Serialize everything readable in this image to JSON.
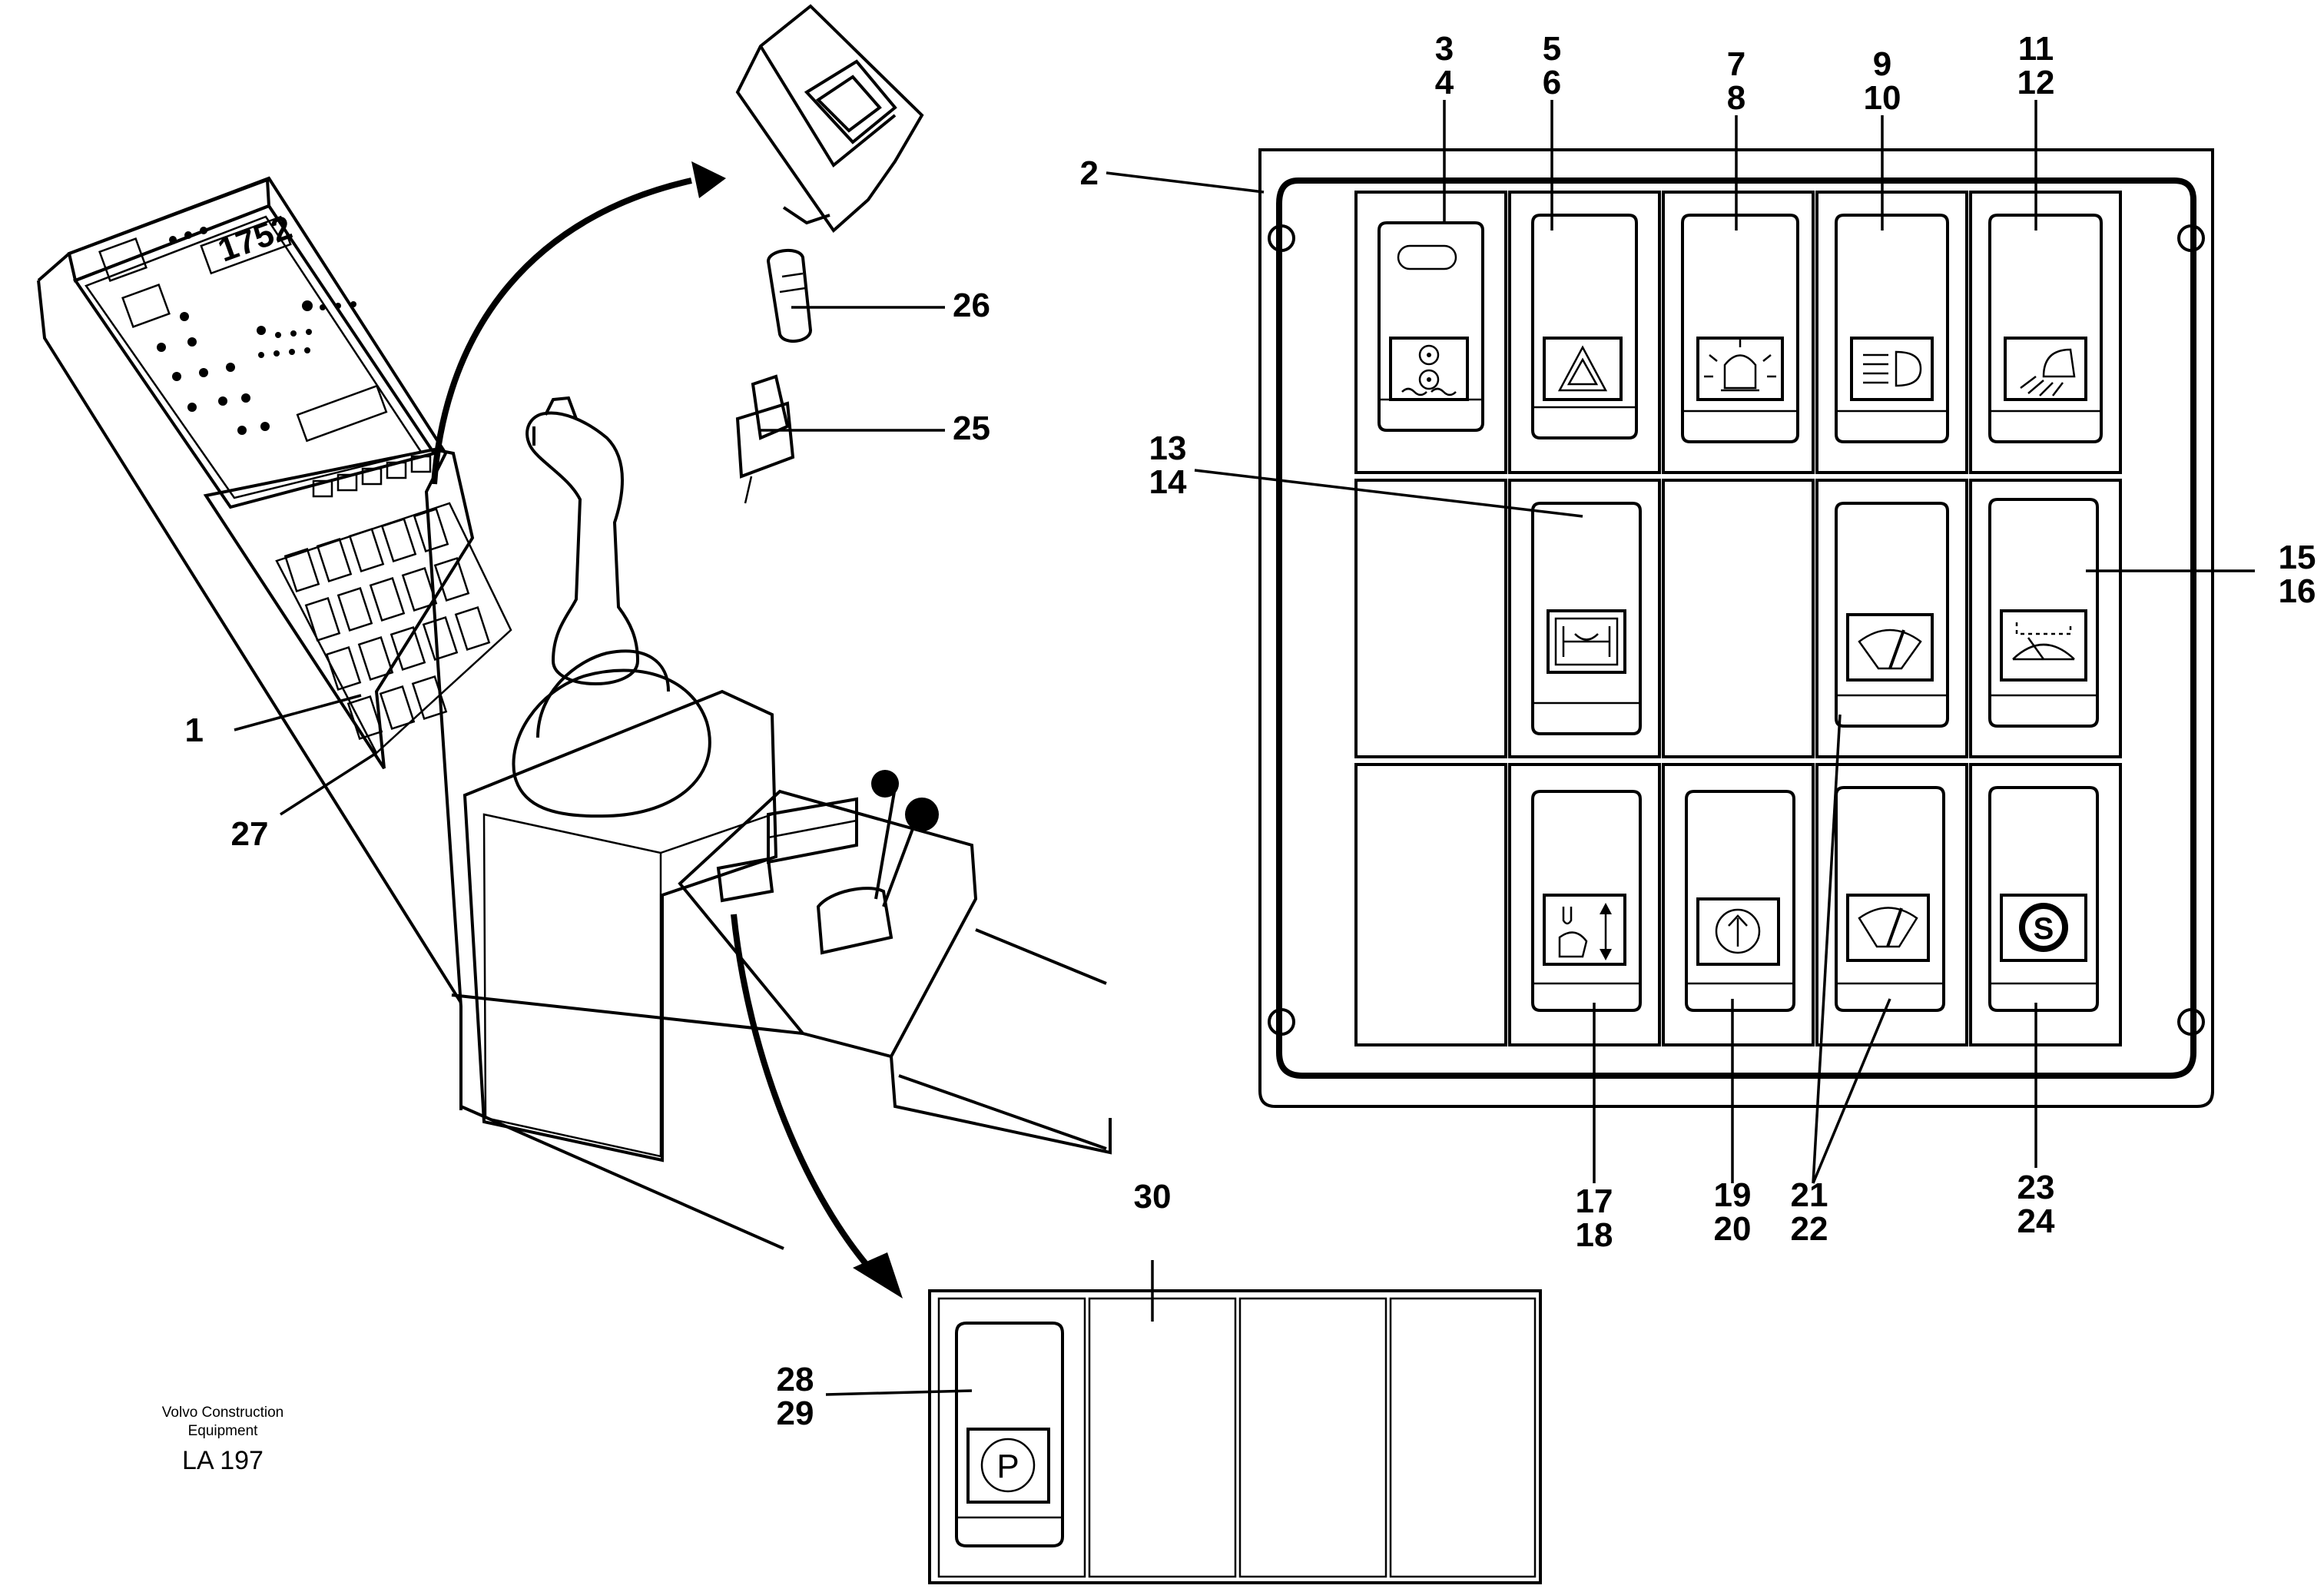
{
  "credit": {
    "company_line1": "Volvo Construction",
    "company_line2": "Equipment",
    "figure_code": "LA 197"
  },
  "callouts": {
    "c1": "1",
    "c2": "2",
    "c3": "3",
    "c4": "4",
    "c5": "5",
    "c6": "6",
    "c7": "7",
    "c8": "8",
    "c9": "9",
    "c10": "10",
    "c11": "11",
    "c12": "12",
    "c13": "13",
    "c14": "14",
    "c15": "15",
    "c16": "16",
    "c17": "17",
    "c18": "18",
    "c19": "19",
    "c20": "20",
    "c21": "21",
    "c22": "22",
    "c23": "23",
    "c24": "24",
    "c25": "25",
    "c26": "26",
    "c27": "27",
    "c28": "28",
    "c29": "29",
    "c30": "30"
  },
  "display": {
    "readout": "1752"
  },
  "switch_symbols": {
    "s3_4": "differential-lock-icon",
    "s5_6": "hazard-warning-icon",
    "s7_8": "rotating-beacon-icon",
    "s9_10": "headlight-icon",
    "s11_12": "work-light-icon",
    "s13_14": "axle-lock-icon",
    "s15_16": "rear-wiper-icon",
    "s17_18": "boom-float-icon",
    "s19_20": "up-arrow-icon",
    "s21_22": "wiper-icon",
    "s23_24": "s-mode-icon",
    "s28_29": "parking-brake-icon",
    "p_letter": "P",
    "s_letter": "S"
  }
}
